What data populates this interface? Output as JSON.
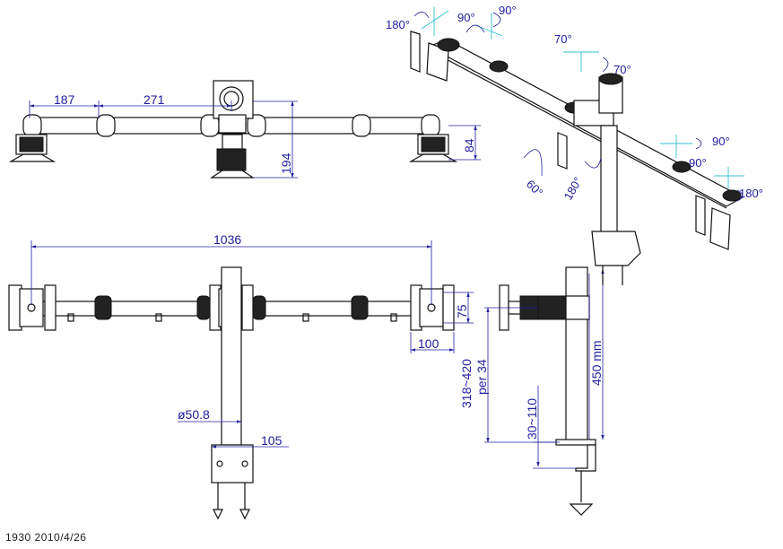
{
  "drawing": {
    "top_view": {
      "dim_arm_left": "187",
      "dim_arm_center": "271",
      "dim_height_mount": "194",
      "dim_height_clamp": "84"
    },
    "front_view": {
      "dim_total_width": "1036",
      "dim_plate_height": "75",
      "dim_plate_width": "100",
      "dim_pole_diameter": "ø50.8",
      "dim_clamp_width": "105"
    },
    "side_view": {
      "dim_pole_height": "450 mm",
      "dim_adjust_range": "318~420",
      "dim_adjust_step": "per 34",
      "dim_desk_thickness": "30~110"
    },
    "iso_view": {
      "angle_tilt_left": "180°",
      "angle_swivel_a": "90°",
      "angle_swivel_b": "90°",
      "angle_center_a": "70°",
      "angle_center_b": "70°",
      "angle_right_a": "90°",
      "angle_right_b": "90°",
      "angle_tilt_right": "180°",
      "angle_arm_rot": "60°",
      "angle_pole_rot": "180°"
    },
    "footer": "1930  2010/4/26"
  }
}
